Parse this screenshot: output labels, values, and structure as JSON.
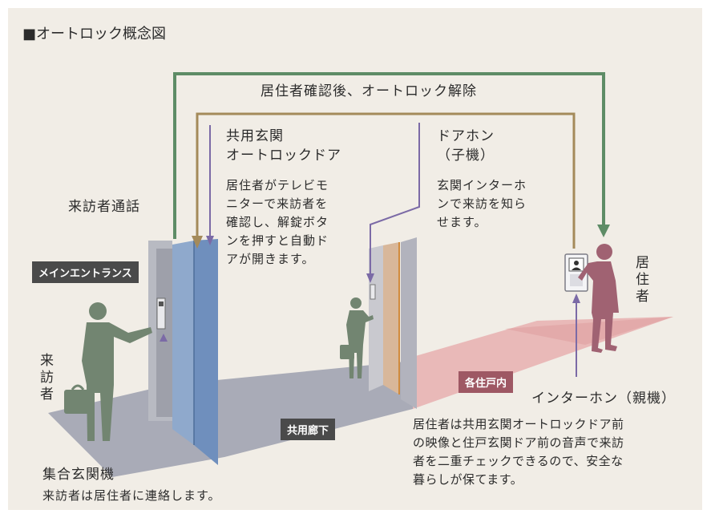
{
  "title": "■オートロック概念図",
  "arrows": {
    "green_label": "居住者確認後、オートロック解除",
    "visitor_call": "来訪者通話"
  },
  "entrance_door": {
    "heading": "共用玄関\nオートロックドア",
    "description": "居住者がテレビモ\nニターで来訪者を\n確認し、解錠ボタ\nンを押すと自動ド\nアが開きます。"
  },
  "door_phone": {
    "heading": "ドアホン\n（子機）",
    "description": "玄関インターホ\nンで来訪を知ら\nせます。"
  },
  "labels": {
    "main_entrance": "メインエントランス",
    "corridor": "共用廊下",
    "unit_interior": "各住戸内",
    "resident_vertical": "居\n住\n者",
    "visitor_vertical": "来\n訪\n者"
  },
  "intercom": {
    "heading": "インターホン（親機）",
    "description": "居住者は共用玄関オートロックドア前\nの映像と住戸玄関ドア前の音声で来訪\n者を二重チェックできるので、安全な\n暮らしが保てます。"
  },
  "panel": {
    "heading": "集合玄関機",
    "description": "来訪者は居住者に連絡します。"
  },
  "colors": {
    "green_arrow": "#5e8c66",
    "brown_arrow": "#a48a5a",
    "purple_arrow": "#7b6aa6",
    "floor_gray": "#a9abb7",
    "floor_pink": "#e3a6a6",
    "door_blue": "#7e9cc4",
    "figure_visitor": "#728571",
    "figure_resident": "#a06272"
  }
}
